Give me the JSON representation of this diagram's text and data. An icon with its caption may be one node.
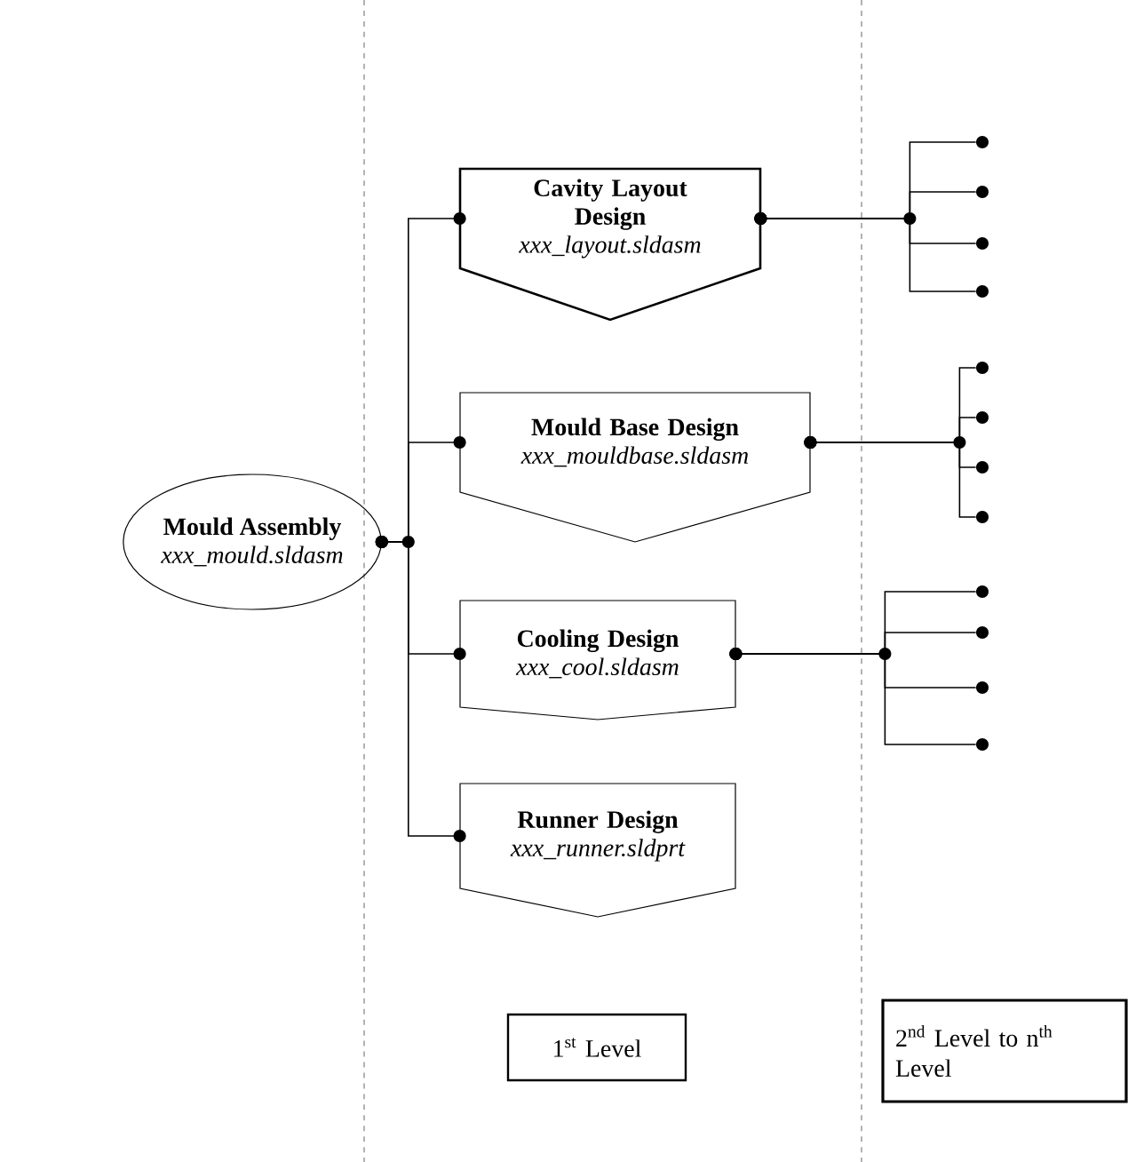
{
  "diagram": {
    "nodes": [
      {
        "text": [
          "Mould Assembly",
          "xxx_mould.sldasm"
        ]
      },
      {
        "text": [
          "Cavity Layout Design",
          "xxx_layout.sldasm"
        ]
      },
      {
        "text": [
          "Mould Base Design",
          "xxx_mouldbase.sldasm"
        ]
      },
      {
        "text": [
          "Cooling Design",
          "xxx_cool.sldasm"
        ]
      },
      {
        "text": [
          "Runner Design",
          "xxx_runner.sldprt"
        ]
      },
      {
        "text": [],
        "shape": "circle"
      },
      {
        "text": [],
        "shape": "circle"
      },
      {
        "text": [],
        "shape": "circle"
      },
      {
        "text": [],
        "shape": "circle"
      },
      {
        "text": [],
        "shape": "circle"
      },
      {
        "text": [],
        "shape": "circle"
      },
      {
        "text": [],
        "shape": "circle"
      },
      {
        "text": [],
        "shape": "circle"
      },
      {
        "text": [],
        "shape": "circle"
      },
      {
        "text": [],
        "shape": "circle"
      },
      {
        "text": [],
        "shape": "circle"
      },
      {
        "text": [],
        "shape": "circle"
      },
      {
        "text": [
          "1$^{st}$ Level"
        ]
      },
      {
        "text": [
          "2$^{nd}$ Level to n$^{th}$ Level"
        ]
      }
    ],
    "edges": [
      {
        "from": 0,
        "to": 1,
        "arrow": "other"
      },
      {
        "from": 0,
        "to": 2,
        "arrow": "other"
      },
      {
        "from": 0,
        "to": 3,
        "arrow": "other"
      },
      {
        "from": 0,
        "to": 4,
        "arrow": "other"
      },
      {
        "from": 1,
        "to": 5,
        "arrow": "other"
      },
      {
        "from": 1,
        "to": 6,
        "arrow": "other"
      },
      {
        "from": 1,
        "to": 7,
        "arrow": "other"
      },
      {
        "from": 1,
        "to": 8,
        "arrow": "other"
      },
      {
        "from": 2,
        "to": 9,
        "arrow": "other"
      },
      {
        "from": 2,
        "to": 10,
        "arrow": "other"
      },
      {
        "from": 2,
        "to": 11,
        "arrow": "other"
      },
      {
        "from": 2,
        "to": 12,
        "arrow": "other"
      },
      {
        "from": 3,
        "to": 13,
        "arrow": "other"
      },
      {
        "from": 3,
        "to": 14,
        "arrow": "other"
      },
      {
        "from": 3,
        "to": 15,
        "arrow": "other"
      },
      {
        "from": 3,
        "to": 16,
        "arrow": "other"
      }
    ]
  }
}
